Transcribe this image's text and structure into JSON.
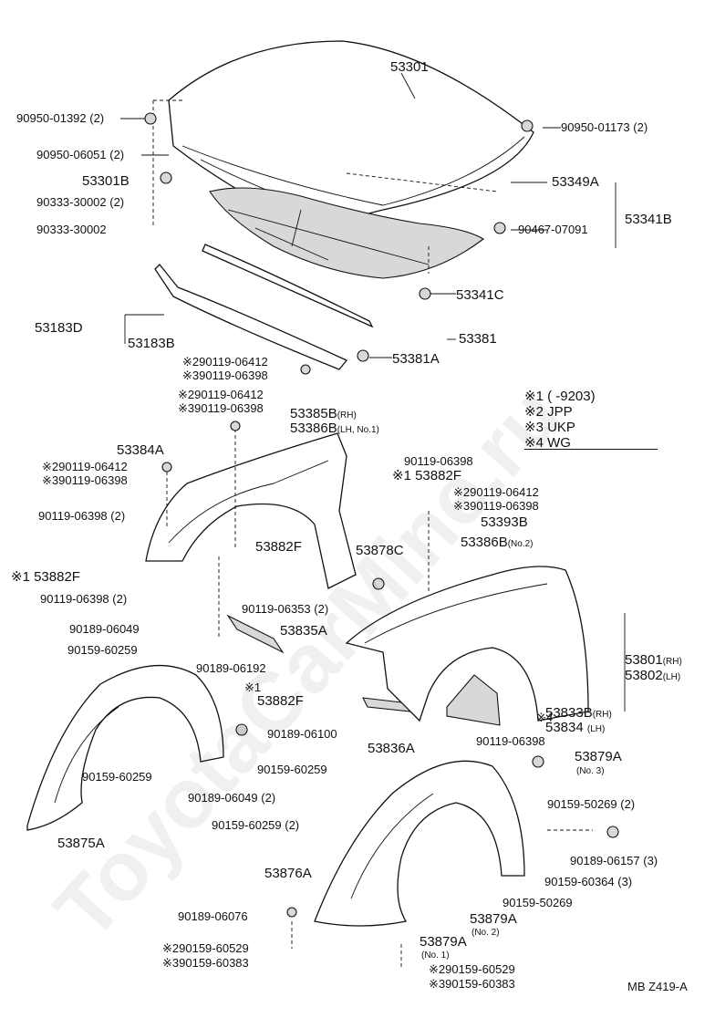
{
  "parts": {
    "p53301": "53301",
    "p9095001392": "90950-01392 (2)",
    "p9095006051": "90950-06051 (2)",
    "p53301B": "53301B",
    "p9033330002a": "90333-30002 (2)",
    "p9033330002b": "90333-30002",
    "p9095001173": "90950-01173 (2)",
    "p53349A": "53349A",
    "p53341B": "53341B",
    "p9046707091": "90467-07091",
    "p53341C": "53341C",
    "p53183D": "53183D",
    "p53183B": "53183B",
    "p53381": "53381",
    "p53381A": "53381A",
    "p9011906412a": "90119-06412",
    "p9011906398a": "90119-06398",
    "p9011906412b": "90119-06412",
    "p9011906398b": "90119-06398",
    "p53385B": "53385B",
    "p53385B_sfx": "(RH)",
    "p53386B": "53386B",
    "p53386B_sfx": "(LH, No.1)",
    "p53384A": "53384A",
    "p9011906398c": "90119-06398",
    "p9011906412c": "90119-06412",
    "p9011906398d": "90119-06398",
    "p53882Fa": "53882F",
    "p9011906412d": "90119-06412",
    "p9011906398e": "90119-06398",
    "p53393B": "53393B",
    "p53386B2": "53386B",
    "p53386B2_sfx": "(No.2)",
    "p9011906398f": "90119-06398 (2)",
    "p53882Fb": "53882F",
    "p53878C": "53878C",
    "p53882Fc": "53882F",
    "p9011906398g": "90119-06398 (2)",
    "p9011906353": "90119-06353 (2)",
    "p9018906049a": "90189-06049",
    "p53835A": "53835A",
    "p9015960259a": "90159-60259",
    "p9018906192": "90189-06192",
    "p53801": "53801",
    "p53801_sfx": "(RH)",
    "p53802": "53802",
    "p53802_sfx": "(LH)",
    "p53882Fd": "53882F",
    "p53833B": "53833B",
    "p53833B_sfx": "(RH)",
    "p53834": "53834",
    "p53834_sfx": "(LH)",
    "p9018906100": "90189-06100",
    "p9011906398h": "90119-06398",
    "p53836A": "53836A",
    "p9015960259b": "90159-60259",
    "p9015960259c": "90159-60259",
    "p53879A3": "53879A",
    "p53879A3_sfx": "(No. 3)",
    "p9018906049b": "90189-06049 (2)",
    "p9015950269a": "90159-50269 (2)",
    "p9015960259d": "90159-60259 (2)",
    "p53875A": "53875A",
    "p9018906157": "90189-06157 (3)",
    "p53876A": "53876A",
    "p9015960364": "90159-60364 (3)",
    "p9015950269b": "90159-50269",
    "p9018906076": "90189-06076",
    "p53879A2": "53879A",
    "p53879A2_sfx": "(No. 2)",
    "p9015960529a": "90159-60529",
    "p9015960383a": "90159-60383",
    "p53879A1": "53879A",
    "p53879A1_sfx": "(No. 1)",
    "p9015960529b": "90159-60529",
    "p9015960383b": "90159-60383"
  },
  "marks": {
    "m1": "※1",
    "m2": "※2",
    "m3": "※3",
    "m4": "※4",
    "m1only": "※1"
  },
  "legend": {
    "r1_mark": "※1",
    "r1_text": "(       -9203)",
    "r2_mark": "※2",
    "r2_text": "JPP",
    "r3_mark": "※3",
    "r3_text": "UKP",
    "r4_mark": "※4",
    "r4_text": "WG"
  },
  "diagram_code": "MB Z419-A",
  "watermark": "ToyotaCarMine.ru"
}
